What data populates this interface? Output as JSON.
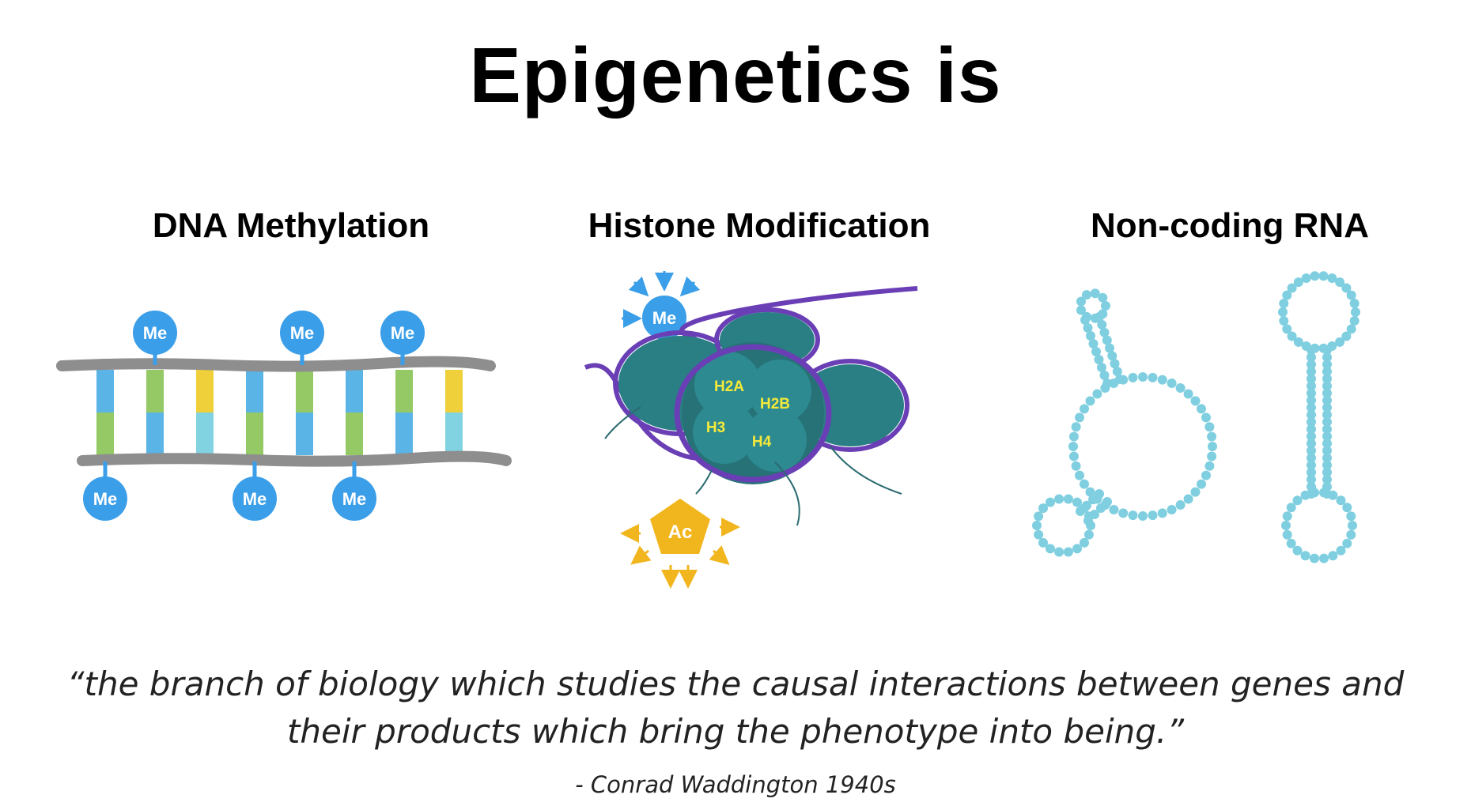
{
  "title": "Epigenetics is",
  "columns": {
    "dna": "DNA Methylation",
    "histone": "Histone Modification",
    "rna": "Non-coding RNA"
  },
  "labels": {
    "methyl": "Me",
    "acetyl": "Ac",
    "h2a": "H2A",
    "h2b": "H2B",
    "h3": "H3",
    "h4": "H4"
  },
  "quote": "“the branch of biology which studies the causal interactions between genes and their products which bring the phenotype into being.”",
  "attribution": "- Conrad Waddington 1940s",
  "colors": {
    "methyl_blue": "#3a9ee8",
    "acetyl_yellow": "#f1b61d",
    "histone_teal": "#2a7f85",
    "dna_purple": "#6a3fb5",
    "rna_dot": "#7fcfe0",
    "backbone_gray": "#8e8e8e",
    "base_blue": "#5ab4e6",
    "base_green": "#94c965",
    "base_yellow": "#efd03a",
    "base_cyan": "#82d3e2"
  }
}
